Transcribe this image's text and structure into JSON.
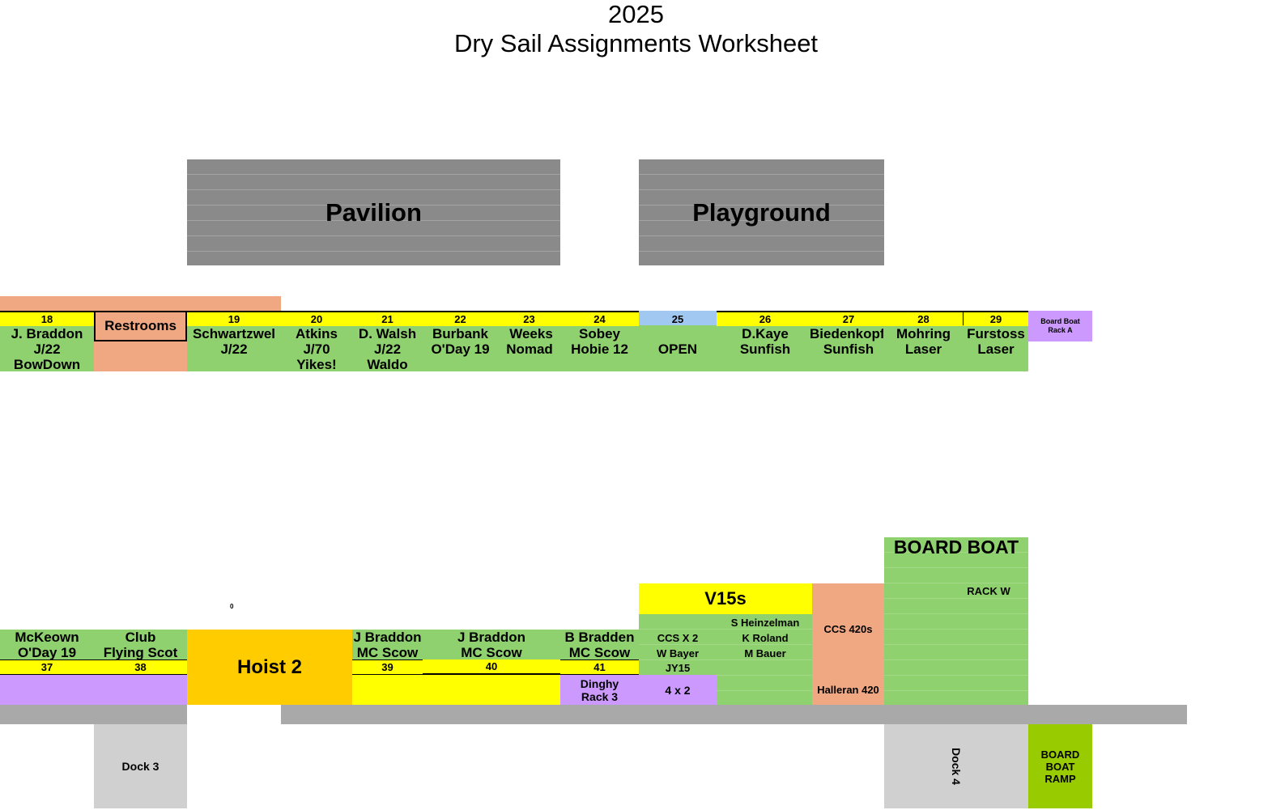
{
  "title": {
    "year": "2025",
    "subtitle": "Dry Sail Assignments Worksheet"
  },
  "buildings": {
    "pavilion": "Pavilion",
    "playground": "Playground"
  },
  "top_row": {
    "restrooms": "Restrooms",
    "board_boat_rack_a": [
      "Board Boat",
      "Rack A"
    ],
    "slots": [
      {
        "num": "18",
        "lines": [
          "J. Braddon",
          "J/22",
          "BowDown"
        ]
      },
      {
        "num": "19",
        "lines": [
          "Schwartzwel",
          "J/22",
          ""
        ]
      },
      {
        "num": "20",
        "lines": [
          "Atkins",
          "J/70",
          "Yikes!"
        ]
      },
      {
        "num": "21",
        "lines": [
          "D. Walsh",
          "J/22",
          "Waldo"
        ]
      },
      {
        "num": "22",
        "lines": [
          "Burbank",
          "O'Day 19",
          ""
        ]
      },
      {
        "num": "23",
        "lines": [
          "Weeks",
          "Nomad",
          ""
        ]
      },
      {
        "num": "24",
        "lines": [
          "Sobey",
          "Hobie 12",
          ""
        ]
      },
      {
        "num": "25",
        "lines": [
          "",
          "OPEN",
          ""
        ]
      },
      {
        "num": "26",
        "lines": [
          "D.Kaye",
          "Sunfish",
          ""
        ]
      },
      {
        "num": "27",
        "lines": [
          "Biedenkopf",
          "Sunfish",
          ""
        ]
      },
      {
        "num": "28",
        "lines": [
          "Mohring",
          "Laser",
          ""
        ]
      },
      {
        "num": "29",
        "lines": [
          "Furstoss",
          "Laser",
          ""
        ]
      }
    ]
  },
  "bottom_row": {
    "zero_marker": "0",
    "hoist": "Hoist 2",
    "slots": [
      {
        "num": "37",
        "lines": [
          "McKeown",
          "O'Day 19"
        ]
      },
      {
        "num": "38",
        "lines": [
          "Club",
          "Flying Scot"
        ]
      },
      {
        "num": "39",
        "lines": [
          "J Braddon",
          "MC Scow"
        ]
      },
      {
        "num": "40",
        "lines": [
          "J Braddon",
          "MC Scow"
        ]
      },
      {
        "num": "41",
        "lines": [
          "B Bradden",
          "MC Scow"
        ]
      }
    ],
    "dinghy_rack": [
      "Dinghy",
      "Rack  3"
    ],
    "v15s": "V15s",
    "v15_left": [
      "CCS X 2",
      "W Bayer",
      "JY15"
    ],
    "v15_right": [
      "S Heinzelman",
      "K Roland",
      "M Bauer"
    ],
    "four_by_two": "4 x 2",
    "ccs_420s": "CCS 420s",
    "halleran": "Halleran 420",
    "board_boat": "BOARD BOAT",
    "rack_w": "RACK W",
    "dock3": "Dock 3",
    "dock4": "Dock 4",
    "board_boat_ramp": [
      "BOARD",
      "BOAT",
      "RAMP"
    ]
  },
  "colors": {
    "green": "#8fd16e",
    "salmon": "#f0a883",
    "purple": "#cc99ff",
    "yellow": "#ffff00",
    "orange": "#ffcc00",
    "gray": "#a9a9a9",
    "building": "#8a8a8a",
    "open_blue": "#a0c8f0",
    "ramp": "#99cc00",
    "dock": "#d0d0d0"
  }
}
